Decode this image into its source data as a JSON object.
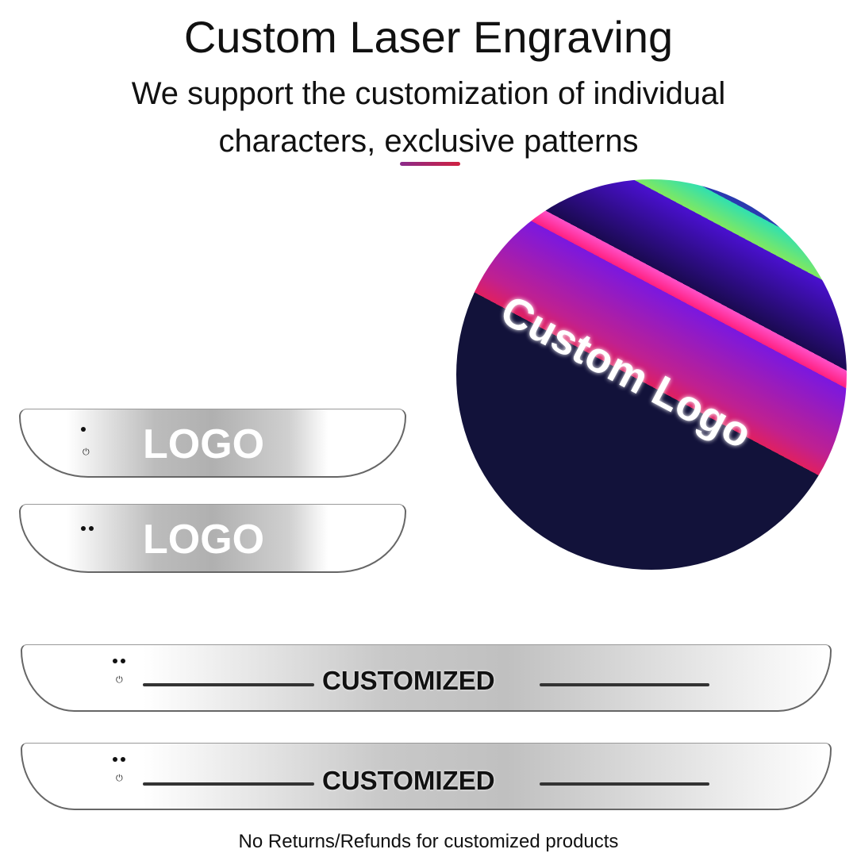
{
  "header": {
    "title": "Custom Laser Engraving",
    "subtitle_line1": "We support the customization of individual",
    "subtitle_line2": "characters, exclusive patterns"
  },
  "short_plates": [
    {
      "label": "LOGO"
    },
    {
      "label": "LOGO"
    }
  ],
  "long_plates": [
    {
      "label": "CUSTOMIZED"
    },
    {
      "label": "CUSTOMIZED"
    }
  ],
  "circle": {
    "label": "Custom Logo"
  },
  "footer": {
    "note": "No Returns/Refunds for customized products"
  },
  "colors": {
    "accent": "#b02860"
  }
}
